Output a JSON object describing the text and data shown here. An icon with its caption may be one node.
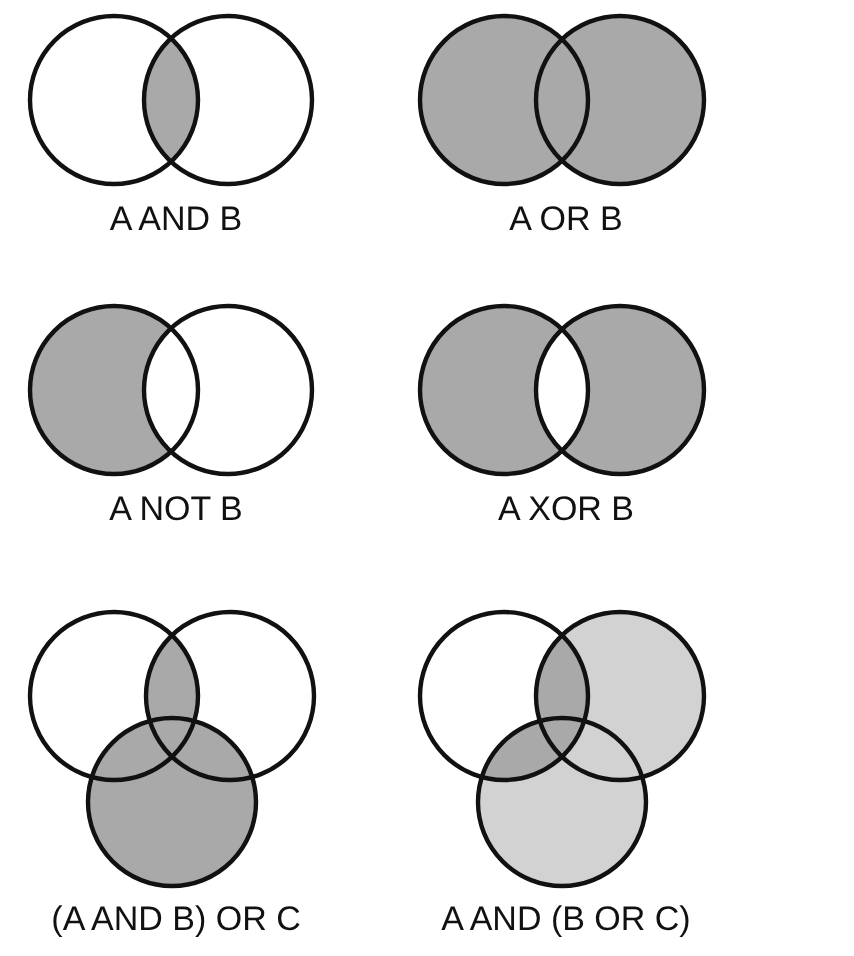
{
  "diagram": {
    "labels": [
      "A AND B",
      "A OR B",
      "A NOT B",
      "A XOR B",
      "(A AND B) OR C",
      "A AND (B OR C)"
    ]
  }
}
